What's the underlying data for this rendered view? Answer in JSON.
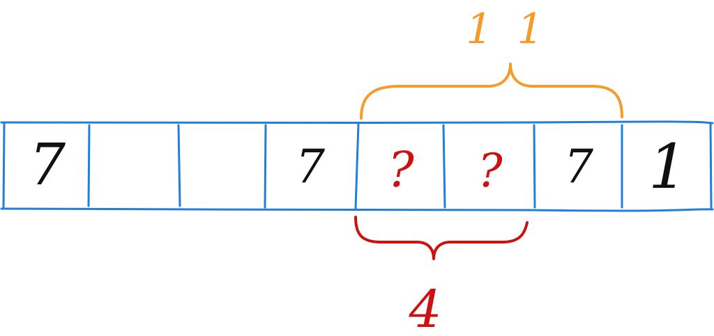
{
  "cells": [
    {
      "text": "7",
      "color": "#111111"
    },
    {
      "text": "",
      "color": "#111111"
    },
    {
      "text": "",
      "color": "#111111"
    },
    {
      "text": "7",
      "color": "#111111"
    },
    {
      "text": "?",
      "color": "#cc1111"
    },
    {
      "text": "?",
      "color": "#cc1111"
    },
    {
      "text": "7",
      "color": "#111111"
    },
    {
      "text": "1",
      "color": "#111111"
    }
  ],
  "top_brace": {
    "label": "1 1",
    "color": "#f39c2a"
  },
  "bottom_brace": {
    "label": "4",
    "color": "#cc1111"
  },
  "colors": {
    "grid": "#1f7fe0"
  }
}
